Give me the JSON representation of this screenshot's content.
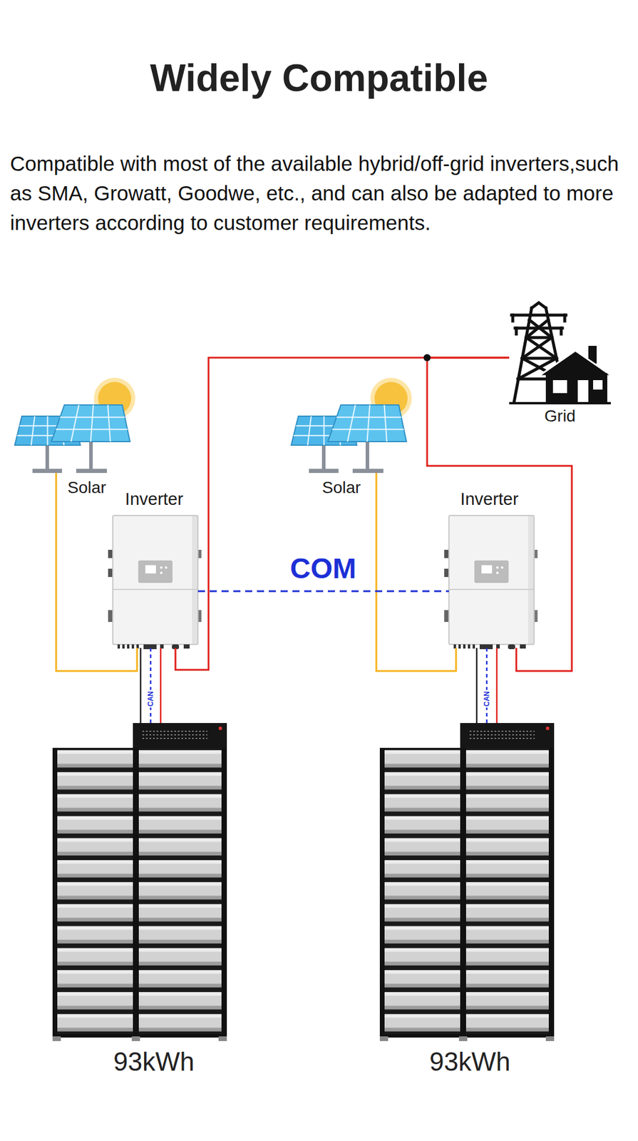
{
  "diagram": {
    "title": "Widely Compatible",
    "nodes": [
      {
        "text": [
          "Grid"
        ]
      },
      {
        "text": [
          "Solar"
        ]
      },
      {
        "text": [
          "Inverter"
        ]
      },
      {
        "text": [
          "Solar"
        ]
      },
      {
        "text": [
          "Inverter"
        ]
      },
      {
        "text": [
          "93kWh"
        ]
      },
      {
        "text": [
          "93kWh"
        ]
      }
    ],
    "edges": [
      {
        "from": 1,
        "to": 2,
        "arrow": "none"
      },
      {
        "from": 3,
        "to": 4,
        "arrow": "none"
      },
      {
        "from": 2,
        "to": 4,
        "label": "COM",
        "arrow": "none"
      },
      {
        "from": 2,
        "to": 0,
        "arrow": "none"
      },
      {
        "from": 4,
        "to": 0,
        "arrow": "none"
      },
      {
        "from": 2,
        "to": 5,
        "label": "CAN",
        "arrow": "none"
      },
      {
        "from": 2,
        "to": 5,
        "arrow": "none"
      },
      {
        "from": 2,
        "to": 5,
        "arrow": "none"
      },
      {
        "from": 4,
        "to": 6,
        "label": "CAN",
        "arrow": "none"
      },
      {
        "from": 4,
        "to": 6,
        "arrow": "none"
      },
      {
        "from": 4,
        "to": 6,
        "arrow": "none"
      }
    ],
    "labels": [
      "Compatible with most of the available hybrid/off-grid inverters,such as SMA, Growatt, Goodwe, etc., and can also be adapted to more inverters according to customer requirements."
    ]
  }
}
